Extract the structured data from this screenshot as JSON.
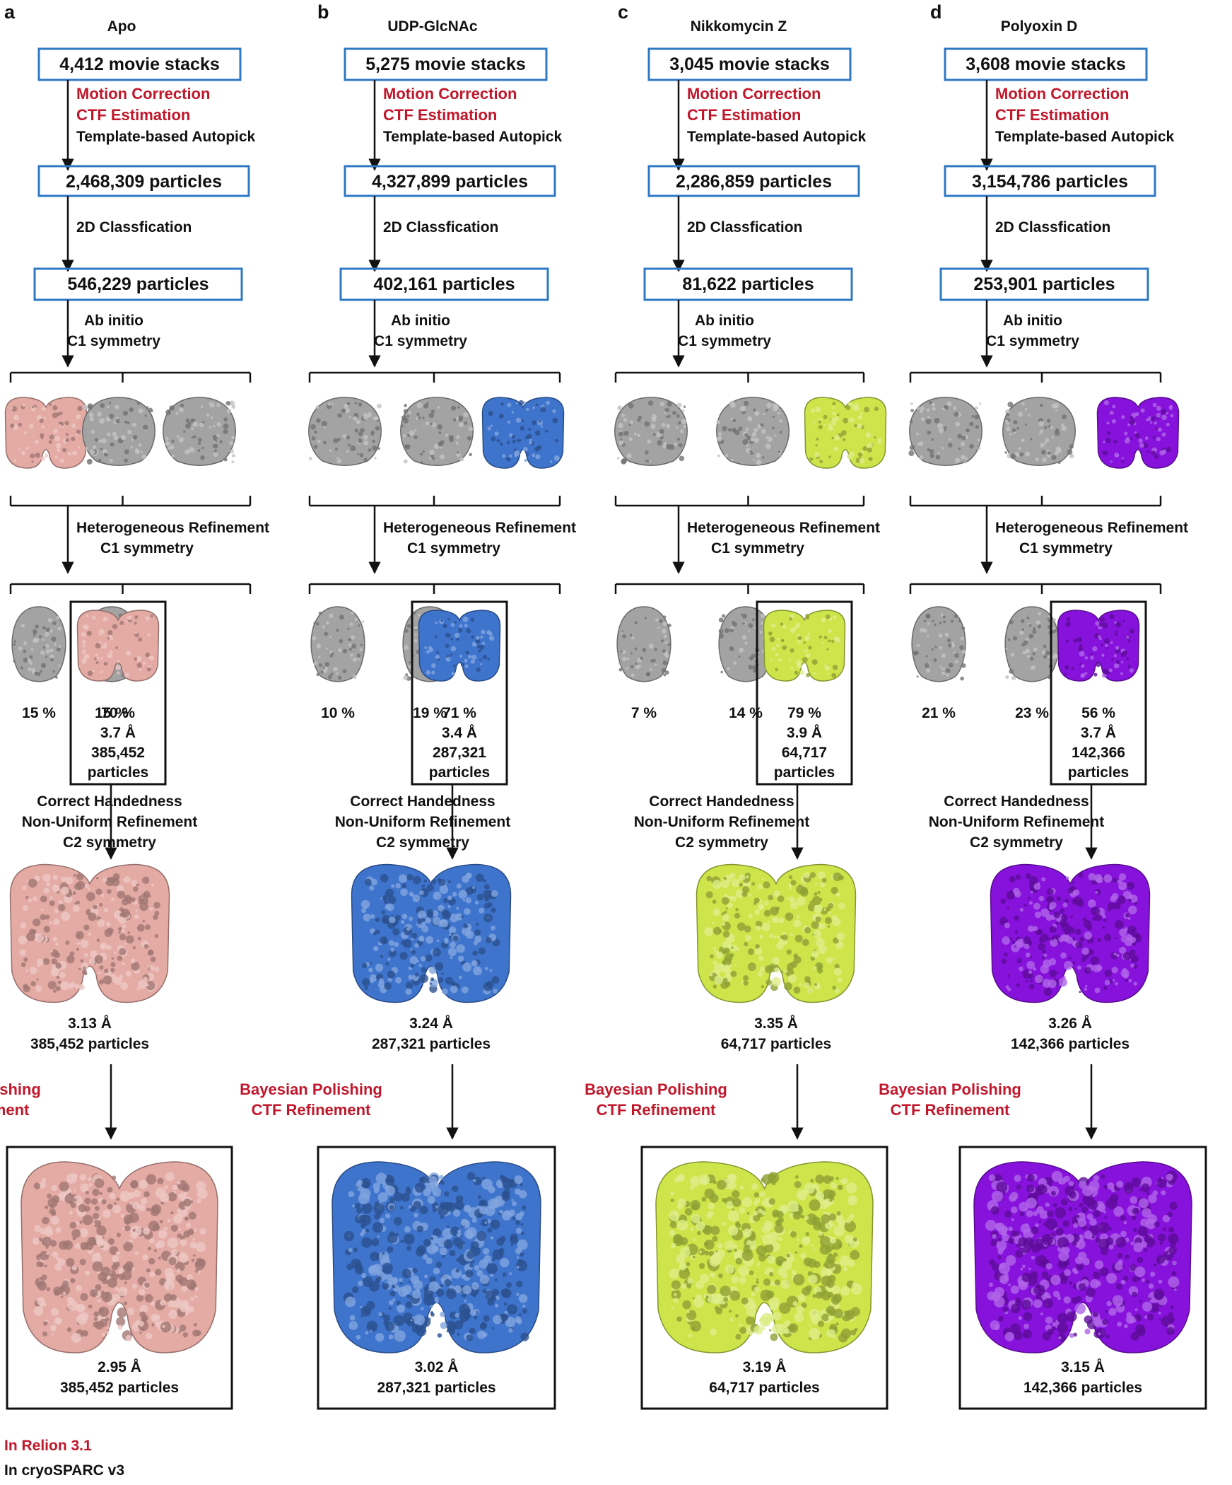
{
  "labels": {
    "motion_correction": "Motion Correction",
    "ctf_estimation": "CTF Estimation",
    "autopick": "Template-based Autopick",
    "classification_2d": "2D Classfication",
    "ab_initio": "Ab initio",
    "c1_symmetry": "C1 symmetry",
    "hetero_refinement": "Heterogeneous Refinement",
    "correct_handedness": "Correct Handedness",
    "nonuniform_refinement": "Non-Uniform Refinement",
    "c2_symmetry": "C2 symmetry",
    "bayesian_polishing": "Bayesian Polishing",
    "ctf_refinement": "CTF Refinement",
    "particles_word": "particles"
  },
  "legend": {
    "relion": "In Relion 3.1",
    "cryosparc": "In cryoSPARC v3",
    "relion_color": "#c0172b",
    "cryosparc_color": "#111111"
  },
  "colors": {
    "box_border_blue": "#2e78c4",
    "map_gray": "#a3a3a3",
    "red_text": "#c0172b"
  },
  "panels": [
    {
      "letter": "a",
      "title": "Apo",
      "movies": "4,412 movie stacks",
      "picked": "2,468,309 particles",
      "class2d": "546,229 particles",
      "hetero_pcts": [
        "15 %",
        "15 %",
        "70 %"
      ],
      "selected_resolution": "3.7 Å",
      "selected_particles": "385,452",
      "nu_resolution": "3.13 Å",
      "nu_particles": "385,452 particles",
      "final_resolution": "2.95 Å",
      "final_particles": "385,452 particles",
      "ab_initio_colored_slot": 0,
      "map_color": "#e4aaa4",
      "map_icon": "cryo-em-density-map-icon"
    },
    {
      "letter": "b",
      "title": "UDP-GlcNAc",
      "movies": "5,275 movie stacks",
      "picked": "4,327,899 particles",
      "class2d": "402,161 particles",
      "hetero_pcts": [
        "10 %",
        "19 %",
        "71 %"
      ],
      "selected_resolution": "3.4 Å",
      "selected_particles": "287,321",
      "nu_resolution": "3.24 Å",
      "nu_particles": "287,321  particles",
      "final_resolution": "3.02 Å",
      "final_particles": "287,321  particles",
      "ab_initio_colored_slot": 2,
      "map_color": "#3f74cd",
      "map_icon": "cryo-em-density-map-icon"
    },
    {
      "letter": "c",
      "title": "Nikkomycin Z",
      "movies": "3,045 movie stacks",
      "picked": "2,286,859 particles",
      "class2d": "81,622 particles",
      "hetero_pcts": [
        "7 %",
        "14 %",
        "79 %"
      ],
      "selected_resolution": "3.9 Å",
      "selected_particles": "64,717",
      "nu_resolution": "3.35 Å",
      "nu_particles": "64,717  particles",
      "final_resolution": "3.19 Å",
      "final_particles": "64,717  particles",
      "ab_initio_colored_slot": 2,
      "map_color": "#cde44a",
      "map_icon": "cryo-em-density-map-icon"
    },
    {
      "letter": "d",
      "title": "Polyoxin D",
      "movies": "3,608 movie stacks",
      "picked": "3,154,786 particles",
      "class2d": "253,901 particles",
      "hetero_pcts": [
        "21 %",
        "23 %",
        "56 %"
      ],
      "selected_resolution": "3.7 Å",
      "selected_particles": "142,366",
      "nu_resolution": "3.26 Å",
      "nu_particles": "142,366  particles",
      "final_resolution": "3.15 Å",
      "final_particles": "142,366  particles",
      "ab_initio_colored_slot": 2,
      "map_color": "#8612dc",
      "map_icon": "cryo-em-density-map-icon"
    }
  ]
}
